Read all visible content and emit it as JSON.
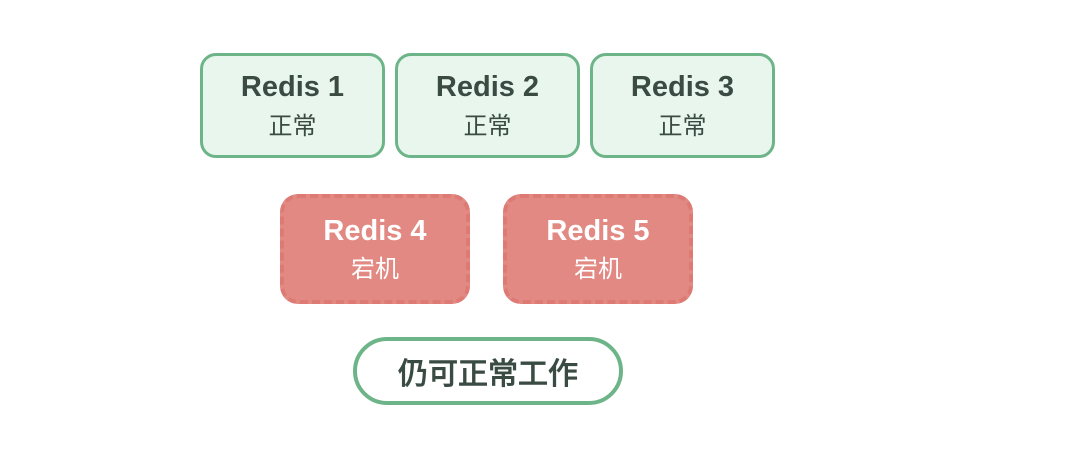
{
  "diagram": {
    "healthy_nodes": [
      {
        "name": "Redis 1",
        "status": "正常"
      },
      {
        "name": "Redis 2",
        "status": "正常"
      },
      {
        "name": "Redis 3",
        "status": "正常"
      }
    ],
    "down_nodes": [
      {
        "name": "Redis 4",
        "status": "宕机"
      },
      {
        "name": "Redis 5",
        "status": "宕机"
      }
    ],
    "caption": "仍可正常工作",
    "colors": {
      "healthy_fill": "#e9f6ee",
      "healthy_border": "#6db588",
      "healthy_text": "#394b43",
      "down_fill": "#e28983",
      "down_border": "#dd7a73",
      "down_text": "#ffffff",
      "caption_border": "#6db588",
      "caption_text": "#394b43"
    }
  }
}
